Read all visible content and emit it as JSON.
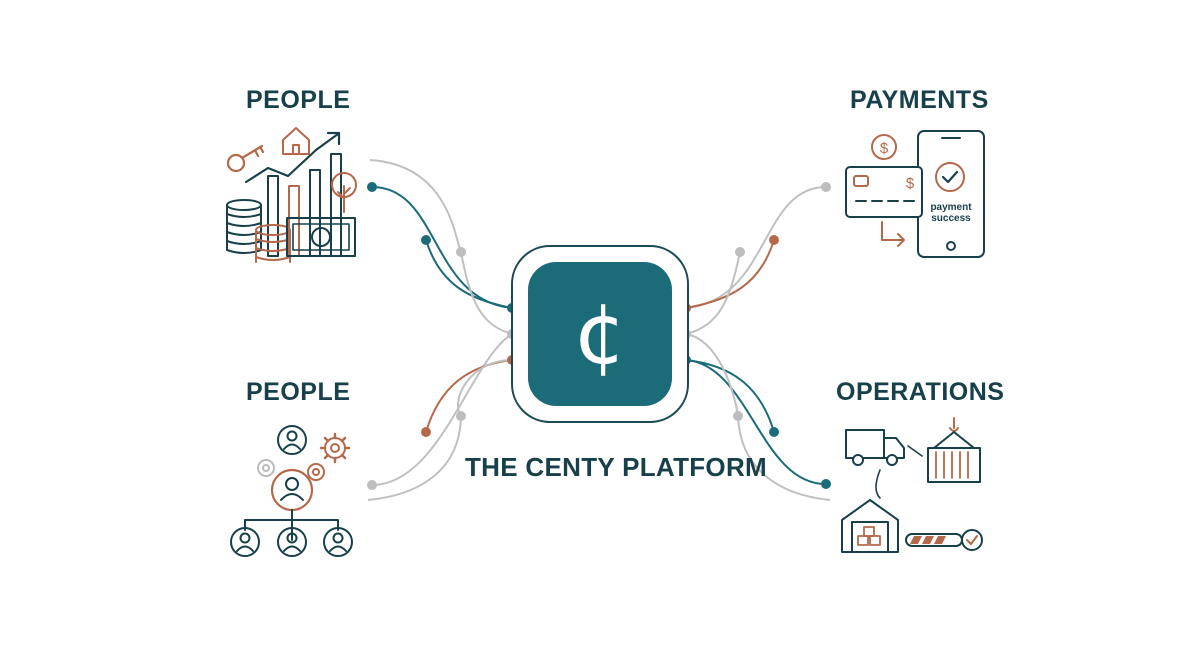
{
  "platform": {
    "title": "THE CENTY PLATFORM",
    "symbol": "¢"
  },
  "sections": {
    "people_top": {
      "title": "PEOPLE",
      "icon": "finance-growth-icon"
    },
    "payments": {
      "title": "PAYMENTS",
      "icon": "mobile-payment-icon"
    },
    "people_bottom": {
      "title": "PEOPLE",
      "icon": "org-chart-icon"
    },
    "operations": {
      "title": "OPERATIONS",
      "icon": "logistics-icon"
    }
  },
  "payments_screen": {
    "line1": "payment",
    "line2": "success"
  },
  "colors": {
    "teal": "#1b6b78",
    "dark_teal": "#17404a",
    "copper": "#b5694a",
    "gray": "#b8b8b8"
  }
}
